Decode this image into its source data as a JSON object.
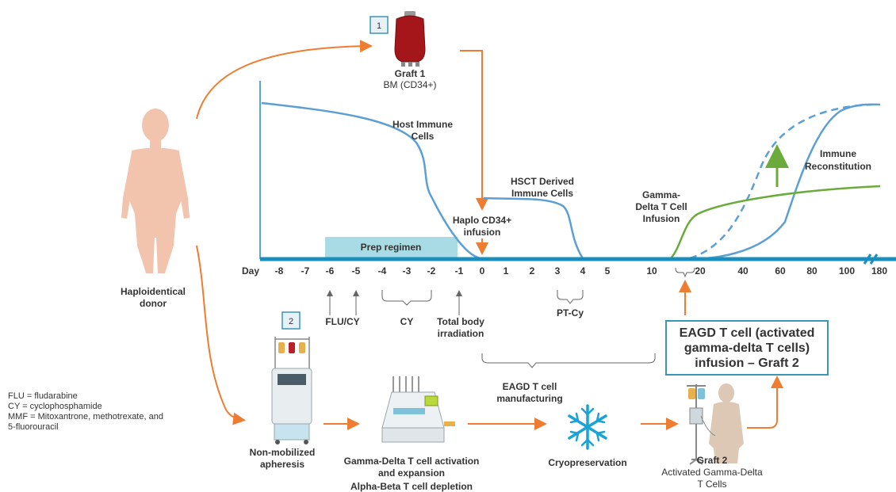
{
  "grafts": {
    "graft1": {
      "number": "1",
      "title": "Graft 1",
      "subtitle": "BM (CD34+)"
    },
    "graft2": {
      "number": "2",
      "title": "Graft 2",
      "subtitle_line1": "Activated Gamma-Delta",
      "subtitle_line2": "T Cells"
    }
  },
  "donor": {
    "line1": "Haploidentical",
    "line2": "donor"
  },
  "curves": {
    "host_immune": {
      "line1": "Host Immune",
      "line2": "Cells"
    },
    "hsct_derived": {
      "line1": "HSCT Derived",
      "line2": "Immune Cells"
    },
    "immune_reconstitution": {
      "line1": "Immune",
      "line2": "Reconstitution"
    },
    "gamma_delta_infusion": {
      "line1": "Gamma-",
      "line2": "Delta T Cell",
      "line3": "Infusion"
    }
  },
  "events": {
    "haplo": {
      "line1": "Haplo CD34+",
      "line2": "infusion"
    },
    "prep_regimen": "Prep regimen"
  },
  "timeline": {
    "day_label": "Day",
    "ticks": [
      "-8",
      "-7",
      "-6",
      "-5",
      "-4",
      "-3",
      "-2",
      "-1",
      "0",
      "1",
      "2",
      "3",
      "4",
      "5",
      "10",
      "20",
      "40",
      "60",
      "80",
      "100",
      "180"
    ]
  },
  "below_axis": {
    "flu_cy": "FLU/CY",
    "cy": "CY",
    "tbi": {
      "line1": "Total body",
      "line2": "irradiation"
    },
    "pt_cy": "PT-Cy",
    "manufacturing": {
      "line1": "EAGD T cell",
      "line2": "manufacturing"
    }
  },
  "eagd_box": {
    "line1": "EAGD T cell (activated",
    "line2": "gamma-delta T cells)",
    "line3": "infusion – Graft 2"
  },
  "process": {
    "apheresis": {
      "line1": "Non-mobilized",
      "line2": "apheresis"
    },
    "activation": {
      "line1": "Gamma-Delta T cell activation",
      "line2": "and expansion",
      "line3": "Alpha-Beta T cell depletion"
    },
    "cryo": "Cryopreservation"
  },
  "legend": [
    "FLU = fludarabine",
    "CY = cyclophosphamide",
    "MMF = Mitoxantrone, methotrexate, and",
    "5-fluorouracil"
  ],
  "colors": {
    "axis": "#1a8fbd",
    "curve_blue": "#5b9fd4",
    "curve_green": "#6aab3c",
    "arrow_orange": "#ee7d31",
    "prep_fill": "#a9dbe5",
    "blood_bag": "#a4161a",
    "skin": "#f2c4ad"
  }
}
